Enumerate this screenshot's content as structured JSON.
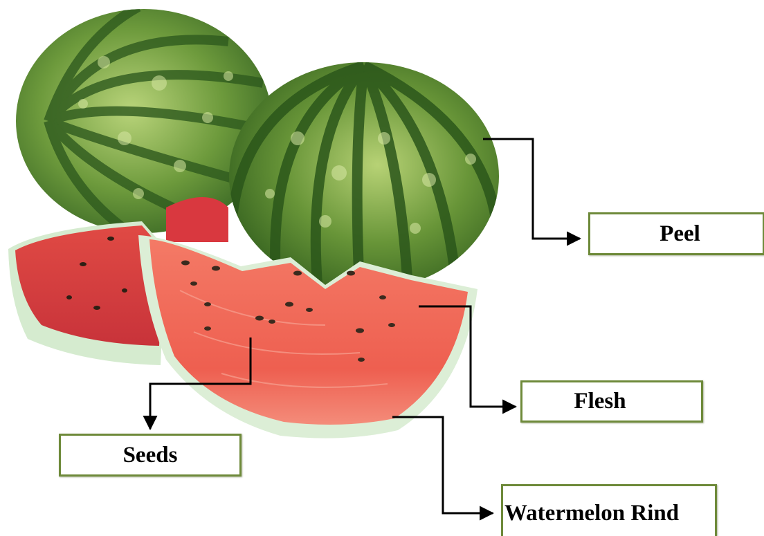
{
  "labels": {
    "peel": "Peel",
    "flesh": "Flesh",
    "seeds": "Seeds",
    "rind": "Watermelon Rind"
  },
  "colors": {
    "label_border": "#6e8a3a",
    "rind_green": "#4f7d2e",
    "rind_dark": "#2f5a1e",
    "stripe_light": "#c9dc8f",
    "flesh_red": "#ef6555",
    "flesh_light": "#f58a78",
    "white_rind": "#dbeed8",
    "seed": "#3a2a1e",
    "pointer": "#000000"
  }
}
